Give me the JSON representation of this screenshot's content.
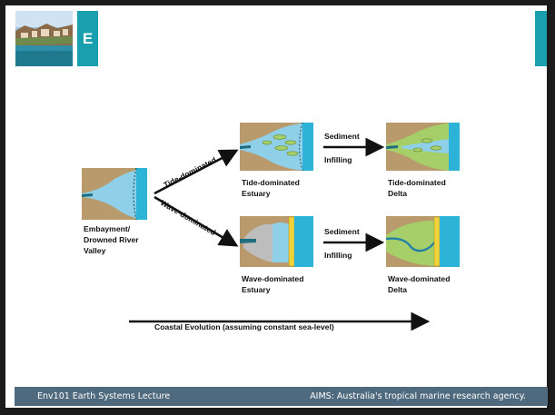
{
  "slide": {
    "title_letter": "E",
    "footer_left": "Env101 Earth Systems Lecture",
    "footer_right": "AIMS: Australia's tropical marine research agency."
  },
  "diagram": {
    "start_label_1": "Embayment/",
    "start_label_2": "Drowned River",
    "start_label_3": "Valley",
    "arrow_top_label": "Tide-dominated",
    "arrow_bottom_label": "Wave-dominated",
    "top_mid_label_1": "Tide-dominated",
    "top_mid_label_2": "Estuary",
    "bottom_mid_label_1": "Wave-dominated",
    "bottom_mid_label_2": "Estuary",
    "process_top_1": "Sediment",
    "process_top_2": "Infilling",
    "process_bottom_1": "Sediment",
    "process_bottom_2": "Infilling",
    "top_end_label_1": "Tide-dominated",
    "top_end_label_2": "Delta",
    "bottom_end_label_1": "Wave-dominated",
    "bottom_end_label_2": "Delta",
    "axis_label": "Coastal Evolution (assuming constant sea-level)"
  },
  "colors": {
    "accent": "#1a9fae",
    "footer": "#4f6a7e",
    "land": "#b89a6c",
    "water": "#8fd0e8",
    "sea": "#2db3d8",
    "sand": "#f0d23a",
    "veg": "#a6cf6a"
  }
}
